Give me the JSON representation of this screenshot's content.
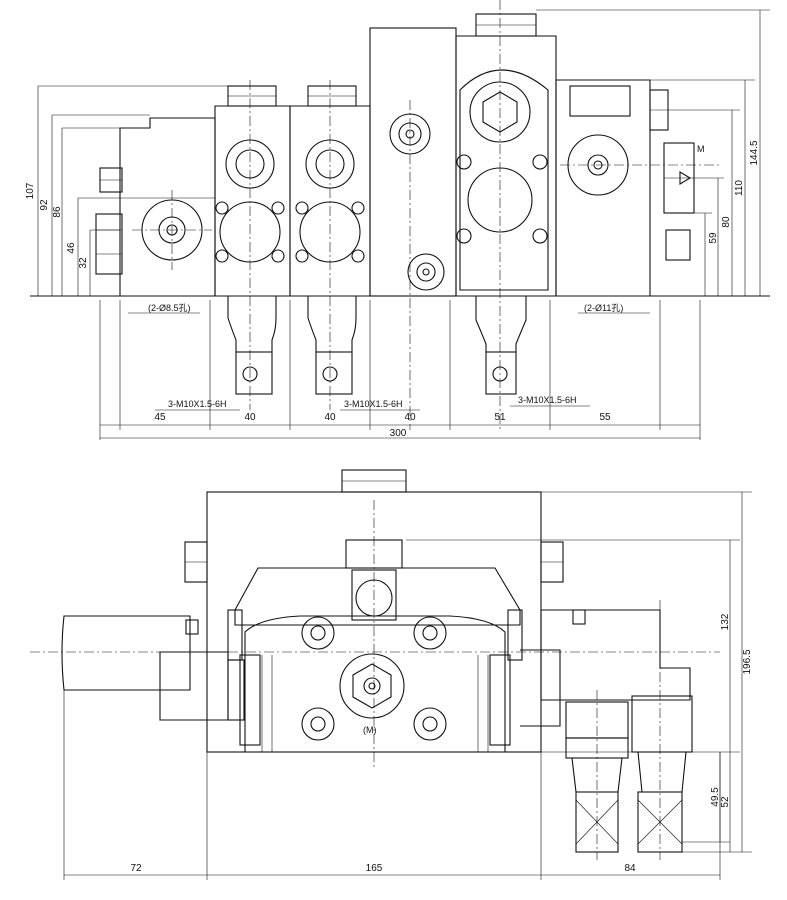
{
  "drawing": {
    "top_view": {
      "horizontal_dims": [
        "45",
        "40",
        "40",
        "40",
        "51",
        "55"
      ],
      "overall_width": "300",
      "height_dims_left": [
        "107",
        "92",
        "86",
        "46",
        "32"
      ],
      "height_dims_right": [
        "144.5",
        "110",
        "80",
        "59"
      ],
      "hole_label_left": "(2-Ø8.5孔)",
      "hole_label_right": "(2-Ø11孔)",
      "thread_labels": [
        "3-M10X1.5-6H",
        "3-M10X1.5-6H",
        "3-M10X1.5-6H"
      ],
      "port_mark": "M"
    },
    "side_view": {
      "horizontal_dims": [
        "72",
        "165",
        "84"
      ],
      "height_dims_right": [
        "132",
        "196.5",
        "49.5",
        "52"
      ],
      "port_mark": "(M)"
    }
  }
}
